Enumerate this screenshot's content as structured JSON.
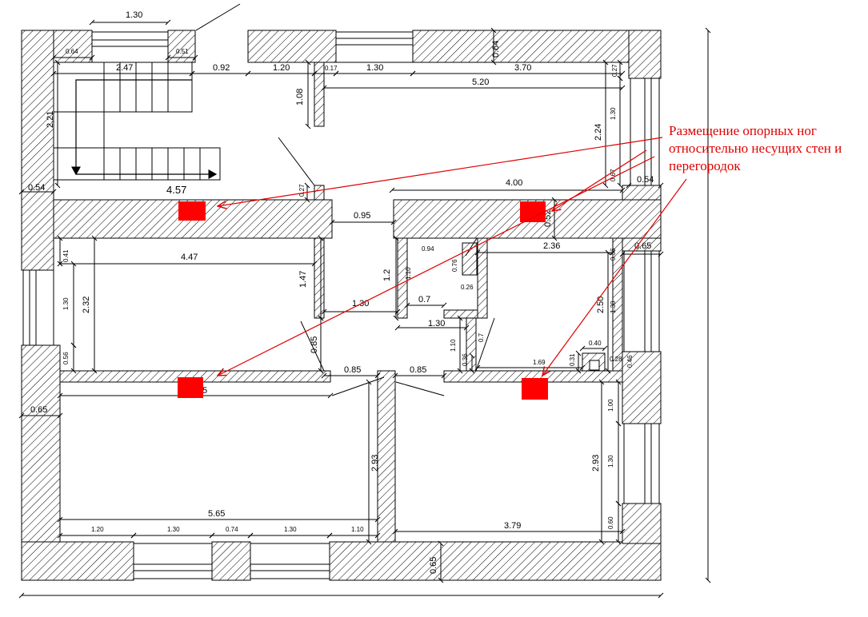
{
  "annotation": "Размещение опорных ног относительно несущих стен и перегородок",
  "colors": {
    "annotation": "#e00000",
    "legs": "#ff0000",
    "walls": "#000000"
  },
  "dimensions": {
    "d_130_top": "1.30",
    "d_064": "0.64",
    "d_051": "0.51",
    "d_247": "2.47",
    "d_092": "0.92",
    "d_120_top": "1.20",
    "d_017": "0.17",
    "d_130_b": "1.30",
    "d_370": "3.70",
    "d_064_right": "0.64",
    "d_520": "5.20",
    "d_027_tr": "0.27",
    "d_108": "1.08",
    "d_221": "2.21",
    "d_224": "2.24",
    "d_130_v": "1.30",
    "d_067": "0.67",
    "d_054_left": "0.54",
    "d_457": "4.57",
    "d_027_c": "0.27",
    "d_400": "4.00",
    "d_054_right": "0.54",
    "d_095": "0.95",
    "d_052": "0.52",
    "d_041": "0.41",
    "d_447": "4.47",
    "d_147": "1.47",
    "d_094": "0.94",
    "d_076": "0.76",
    "d_026": "0.26",
    "d_236": "2.36",
    "d_036": "0.36",
    "d_065_r": "0.65",
    "d_12": "1.2",
    "d_110_a": "1.10",
    "d_130_l": "1.30",
    "d_232": "2.32",
    "d_130_c": "1.30",
    "d_07": "0.7",
    "d_130_d": "1.30",
    "d_250": "2.50",
    "d_130_e": "1.30",
    "d_085_v": "0.85",
    "d_110_b": "1.10",
    "d_07b": "0.7",
    "d_040": "0.40",
    "d_056": "0.56",
    "d_036b": "0.36",
    "d_169": "1.69",
    "d_031": "0.31",
    "d_028": "0.28",
    "d_046": "0.46",
    "d_085_a": "0.85",
    "d_085_b": "0.85",
    "d_065_l": "0.65",
    "d_5": "5",
    "d_293_a": "2.93",
    "d_100": "1.00",
    "d_293_b": "2.93",
    "d_130_f": "1.30",
    "d_060": "0.60",
    "d_565": "5.65",
    "d_379": "3.79",
    "d_120_b": "1.20",
    "d_130_g": "1.30",
    "d_074": "0.74",
    "d_130_h": "1.30",
    "d_110_c": "1.10",
    "d_065_b": "0.65"
  }
}
